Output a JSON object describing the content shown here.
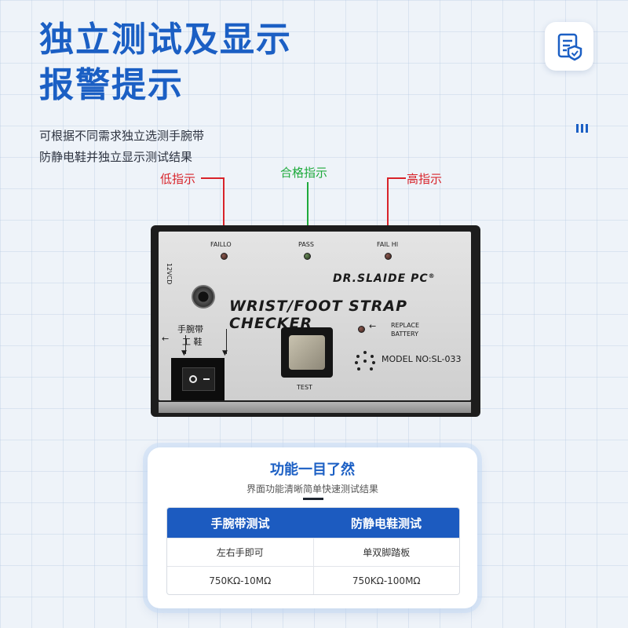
{
  "header": {
    "title_line1": "独立测试及显示",
    "title_line2": "报警提示",
    "subtitle_line1": "可根据不同需求独立选测手腕带",
    "subtitle_line2": "防静电鞋并独立显示测试结果",
    "badge_icon": "document-shield-icon"
  },
  "indicators": {
    "low": "低指示",
    "pass": "合格指示",
    "high": "高指示",
    "red_color": "#d8232a",
    "green_color": "#1eaa3c"
  },
  "device": {
    "led_faillo": "FAILLO",
    "led_pass": "PASS",
    "led_failhi": "FAIL HI",
    "power": "12VCD",
    "brand": "DR.SLAIDE PC",
    "brand_mark": "®",
    "product": "WRIST/FOOT STRAP CHECKER",
    "replace_line1": "REPLACE",
    "replace_line2": "BATTERY",
    "model": "MODEL NO:SL-033",
    "test": "TEST",
    "wrist_label": "手腕带",
    "shoe_label": "工  鞋"
  },
  "card": {
    "title": "功能一目了然",
    "subtitle": "界面功能清晰简单快速测试结果",
    "headers": [
      "手腕带测试",
      "防静电鞋测试"
    ],
    "rows": [
      [
        "左右手即可",
        "单双脚踏板"
      ],
      [
        "750KΩ-10MΩ",
        "750KΩ-100MΩ"
      ]
    ],
    "accent": "#1c5bc0"
  }
}
